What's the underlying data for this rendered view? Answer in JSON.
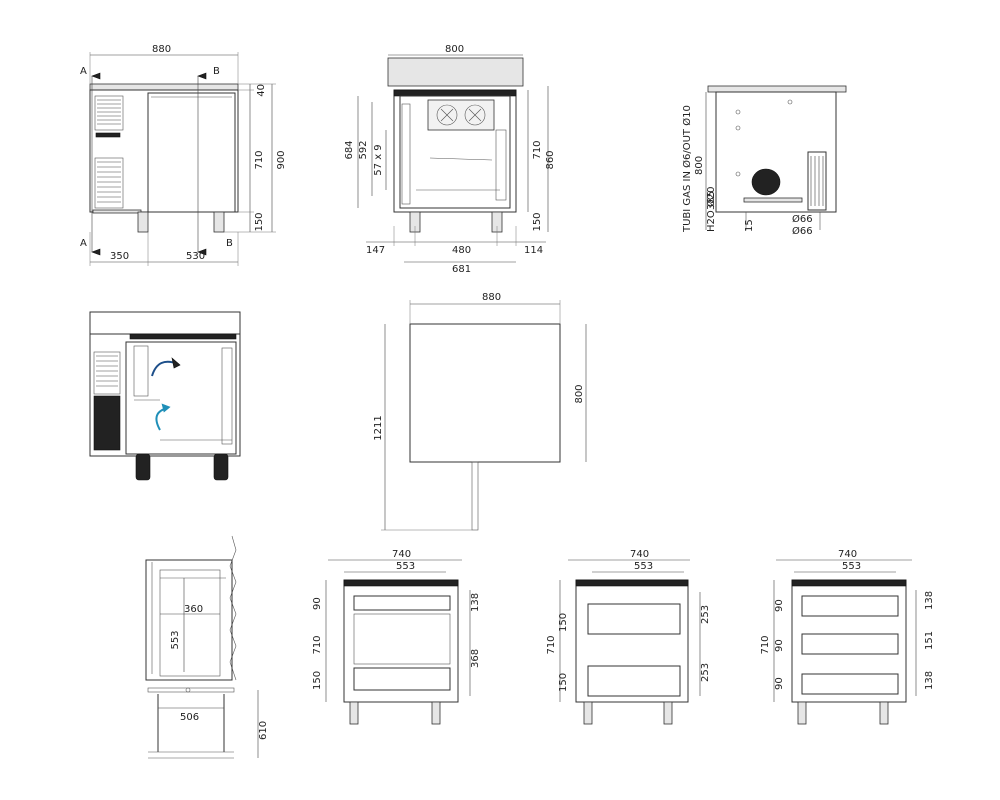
{
  "views": {
    "front": {
      "width": "880",
      "height_total": "900",
      "top_h": "40",
      "body_h": "710",
      "leg_h": "150",
      "left_w": "350",
      "right_w": "530",
      "section_a_top": "A",
      "section_a_bottom": "A",
      "section_b_top": "B",
      "section_b_bottom": "B"
    },
    "side": {
      "width": "800",
      "h684": "684",
      "h592": "592",
      "shelves": "57 x 9",
      "h710": "710",
      "h860": "860",
      "h150": "150",
      "d147": "147",
      "d480": "480",
      "d114": "114",
      "d681": "681"
    },
    "rear": {
      "gas_label": "TUBI GAS IN Ø6/OUT Ø10",
      "h800": "800",
      "h385": "385",
      "h2o": "H2O Ø20",
      "h15": "15",
      "d66a": "Ø66",
      "d66b": "Ø66"
    },
    "plan": {
      "width": "880",
      "depth": "800",
      "swing": "1211"
    },
    "tray": {
      "h553": "553",
      "w360": "360",
      "w506": "506",
      "h610": "610"
    },
    "config1": {
      "w740": "740",
      "w553": "553",
      "h710": "710",
      "h90": "90",
      "h150": "150",
      "r138": "138",
      "r368": "368"
    },
    "config2": {
      "w740": "740",
      "w553": "553",
      "h710": "710",
      "h150a": "150",
      "h150b": "150",
      "r253a": "253",
      "r253b": "253"
    },
    "config3": {
      "w740": "740",
      "w553": "553",
      "h710": "710",
      "h90a": "90",
      "h90b": "90",
      "h90c": "90",
      "r138a": "138",
      "r151": "151",
      "r138b": "138"
    }
  },
  "colors": {
    "line": "#333333",
    "air_out": "#1d4f8a",
    "air_in": "#1f8fb8",
    "dark": "#222222"
  }
}
